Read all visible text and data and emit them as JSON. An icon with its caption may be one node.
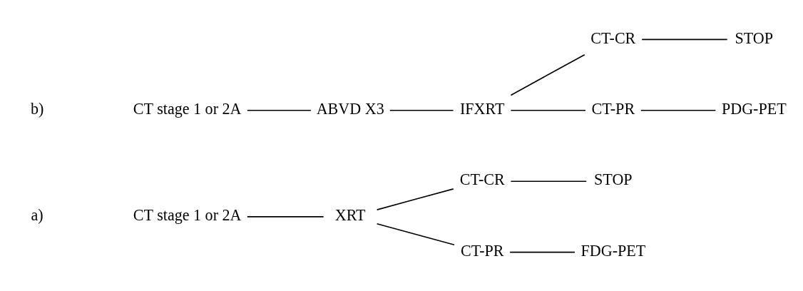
{
  "diagram": {
    "nodes": [
      {
        "text": [
          "CT stage 1 or 2A"
        ]
      },
      {
        "text": [
          "XRT"
        ]
      },
      {
        "text": [
          "CT-CR"
        ]
      },
      {
        "text": [
          "STOP"
        ]
      },
      {
        "text": [
          "CT-PR"
        ]
      },
      {
        "text": [
          "FDG-PET"
        ]
      },
      {
        "text": [
          "CT stage 1 or 2A"
        ]
      },
      {
        "text": [
          "ABVD X3"
        ]
      },
      {
        "text": [
          "IFXRT"
        ]
      },
      {
        "text": [
          "CT-CR"
        ]
      },
      {
        "text": [
          "STOP"
        ]
      },
      {
        "text": [
          "CT-PR"
        ]
      },
      {
        "text": [
          "PDG-PET"
        ]
      }
    ],
    "edges": [
      {
        "from": 0,
        "to": 1,
        "arrow": "none"
      },
      {
        "from": 1,
        "to": 2,
        "arrow": "none"
      },
      {
        "from": 2,
        "to": 3,
        "arrow": "none"
      },
      {
        "from": 1,
        "to": 4,
        "arrow": "none"
      },
      {
        "from": 4,
        "to": 5,
        "arrow": "none"
      },
      {
        "from": 6,
        "to": 7,
        "arrow": "none"
      },
      {
        "from": 7,
        "to": 8,
        "arrow": "none"
      },
      {
        "from": 8,
        "to": 9,
        "arrow": "none"
      },
      {
        "from": 9,
        "to": 10,
        "arrow": "none"
      },
      {
        "from": 8,
        "to": 11,
        "arrow": "none"
      },
      {
        "from": 11,
        "to": 12,
        "arrow": "none"
      }
    ],
    "labels": [
      "a)",
      "b)"
    ]
  }
}
